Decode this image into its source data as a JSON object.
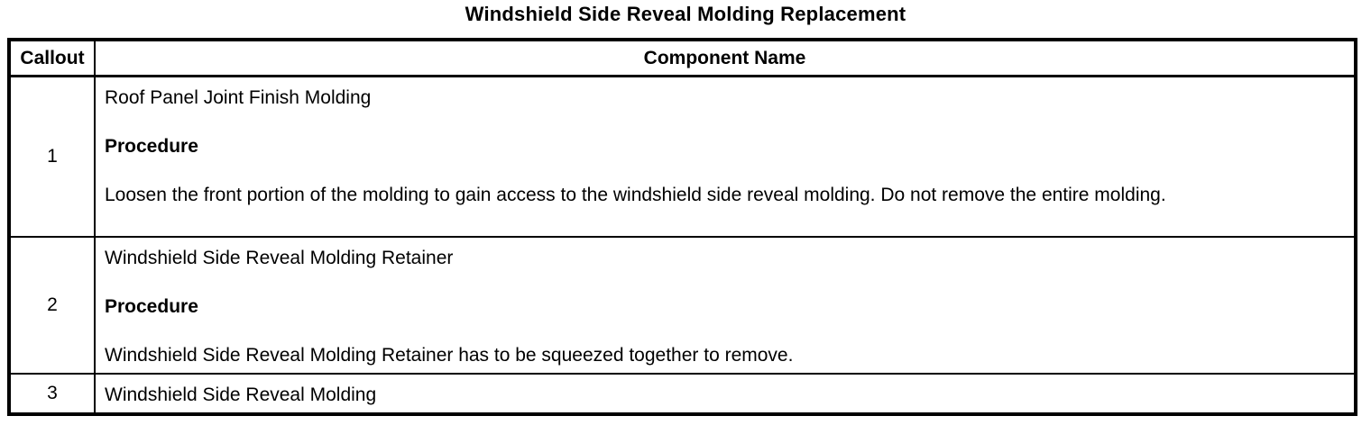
{
  "page": {
    "title": "Windshield Side Reveal Molding Replacement"
  },
  "table": {
    "headers": {
      "callout": "Callout",
      "component": "Component Name"
    },
    "rows": [
      {
        "callout": "1",
        "name": "Roof Panel Joint Finish Molding",
        "procedure_label": "Procedure",
        "procedure": "Loosen the front portion of the molding to gain access to the windshield side reveal molding. Do not remove the entire molding."
      },
      {
        "callout": "2",
        "name": "Windshield Side Reveal Molding Retainer",
        "procedure_label": "Procedure",
        "procedure": "Windshield Side Reveal Molding Retainer has to be squeezed together to remove."
      },
      {
        "callout": "3",
        "name": "Windshield Side Reveal Molding"
      }
    ],
    "colors": {
      "text": "#000000",
      "border": "#000000",
      "background": "#ffffff"
    }
  }
}
